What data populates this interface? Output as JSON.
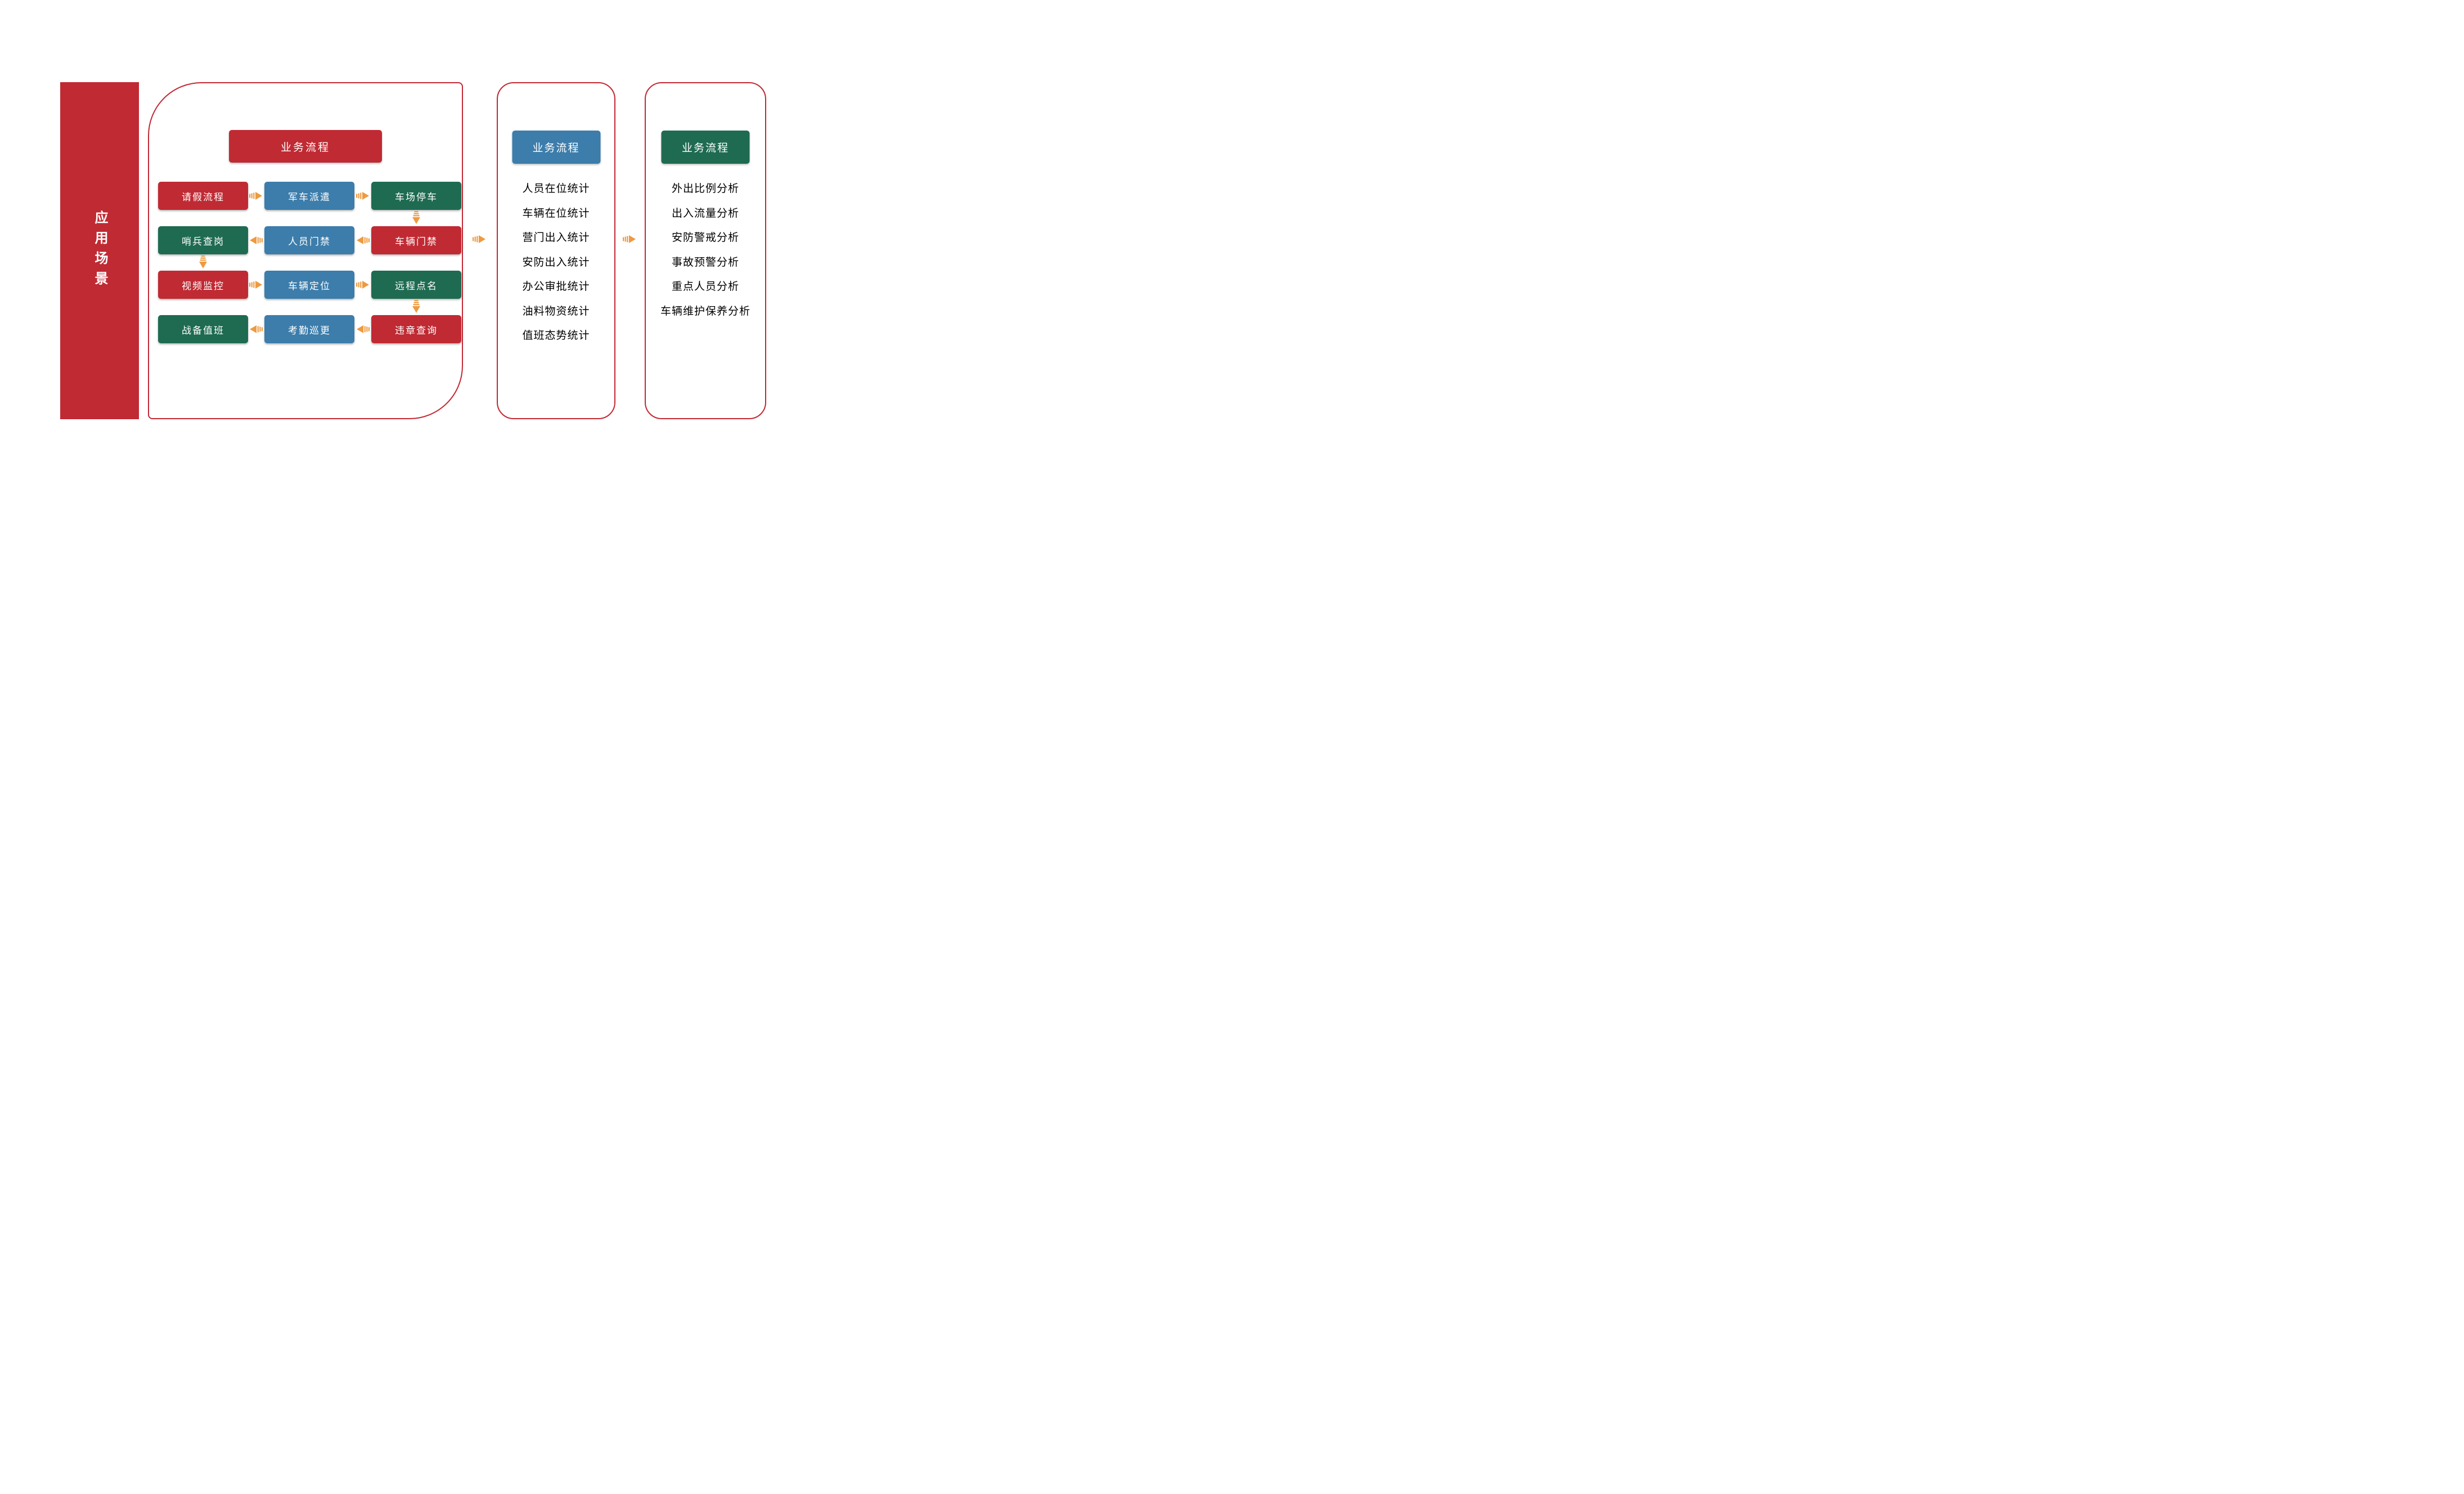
{
  "palette": {
    "red": "#C02A33",
    "green": "#1E6B52",
    "blue": "#3C7DAB",
    "orange": "#EE9A40",
    "panel_border": "#C22833",
    "text": "#000000",
    "white": "#FFFFFF"
  },
  "sidebar": {
    "title": "应用场景",
    "color": "#C02A33"
  },
  "process_panel": {
    "header": {
      "label": "业务流程",
      "color": "#C02A33"
    },
    "rows": [
      {
        "cells": [
          {
            "label": "请假流程",
            "color": "#C02A33"
          },
          {
            "label": "军车派遣",
            "color": "#3C7DAB"
          },
          {
            "label": "车场停车",
            "color": "#1E6B52"
          }
        ]
      },
      {
        "cells": [
          {
            "label": "哨兵查岗",
            "color": "#1E6B52"
          },
          {
            "label": "人员门禁",
            "color": "#3C7DAB"
          },
          {
            "label": "车辆门禁",
            "color": "#C02A33"
          }
        ]
      },
      {
        "cells": [
          {
            "label": "视频监控",
            "color": "#C02A33"
          },
          {
            "label": "车辆定位",
            "color": "#3C7DAB"
          },
          {
            "label": "远程点名",
            "color": "#1E6B52"
          }
        ]
      },
      {
        "cells": [
          {
            "label": "战备值班",
            "color": "#1E6B52"
          },
          {
            "label": "考勤巡更",
            "color": "#3C7DAB"
          },
          {
            "label": "违章查询",
            "color": "#C02A33"
          }
        ]
      }
    ]
  },
  "statistics_panel": {
    "header": {
      "label": "业务流程",
      "color": "#3C7DAB"
    },
    "items": [
      "人员在位统计",
      "车辆在位统计",
      "营门出入统计",
      "安防出入统计",
      "办公审批统计",
      "油料物资统计",
      "值班态势统计"
    ]
  },
  "analysis_panel": {
    "header": {
      "label": "业务流程",
      "color": "#1E6B52"
    },
    "items": [
      "外出比例分析",
      "出入流量分析",
      "安防警戒分析",
      "事故预警分析",
      "重点人员分析",
      "车辆维护保养分析"
    ]
  },
  "icons": {
    "flow_arrow": "striped-orange-arrow"
  }
}
